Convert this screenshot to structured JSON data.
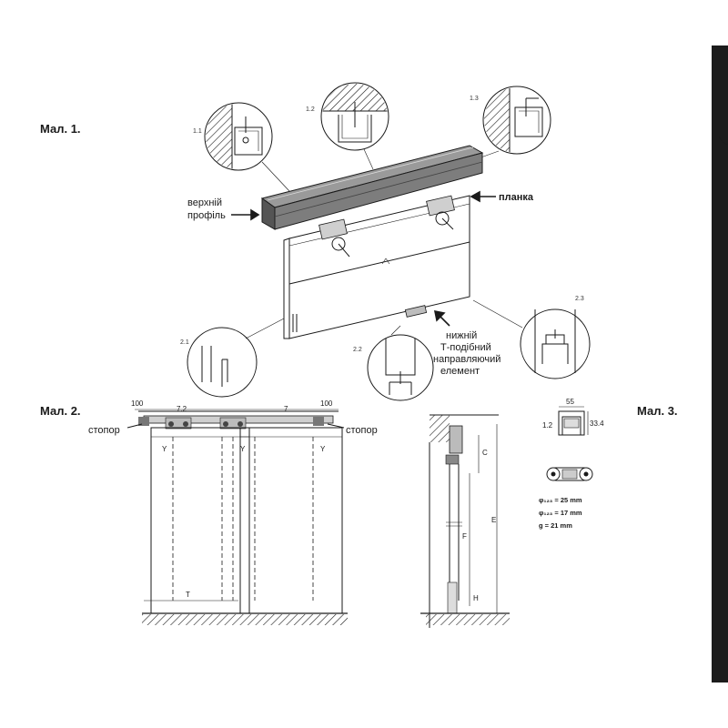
{
  "figures": {
    "fig1": {
      "label": "Мал. 1."
    },
    "fig2": {
      "label": "Мал. 2."
    },
    "fig3": {
      "label": "Мал. 3."
    }
  },
  "callouts": {
    "top_profile_line1": "верхній",
    "top_profile_line2": "профіль",
    "plank": "планка",
    "bottom_line1": "нижній",
    "bottom_line2": "Т-подібний",
    "bottom_line3": "направляючий",
    "bottom_line4": "елемент"
  },
  "details": [
    "1.1",
    "1.2",
    "1.3",
    "2.1",
    "2.2",
    "2.3"
  ],
  "fig2_dims": {
    "left_margin": "100",
    "right_margin": "100",
    "span_a": "7.2",
    "span_b": "7",
    "stop_left": "стопор",
    "stop_right": "стопор",
    "y1": "Y",
    "y2": "Y",
    "y3": "Y",
    "t": "T"
  },
  "fig3_dims": {
    "detail_ref": "1.2",
    "width": "55",
    "height": "33.4",
    "d1": "φ₁₂₃ = 25 mm",
    "d2": "φ₁₂₃ = 17 mm",
    "d3": "g = 21 mm",
    "c": "C",
    "f": "F",
    "e": "E",
    "h": "H"
  }
}
